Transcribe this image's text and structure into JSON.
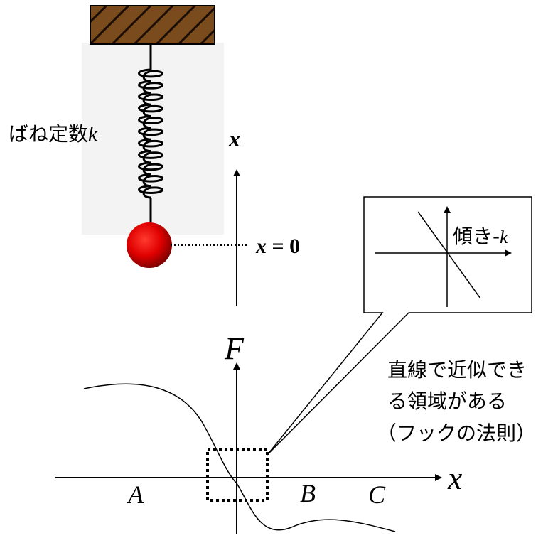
{
  "spring_label": {
    "text": "ばね定数",
    "var": "k"
  },
  "vertical_axis_label": "x",
  "equilibrium_label": {
    "var": "x",
    "rest": " = 0"
  },
  "inset": {
    "slope_text": "傾き-",
    "slope_var": "k"
  },
  "callout_text": [
    "直線で近似でき",
    "る領域がある",
    "（フックの法則）"
  ],
  "graph": {
    "y_label": "F",
    "x_label": "x",
    "regions": [
      "A",
      "B",
      "C"
    ]
  },
  "colors": {
    "ceiling": "#7a4b1c",
    "ball": "#e00000",
    "ink": "#000000"
  }
}
